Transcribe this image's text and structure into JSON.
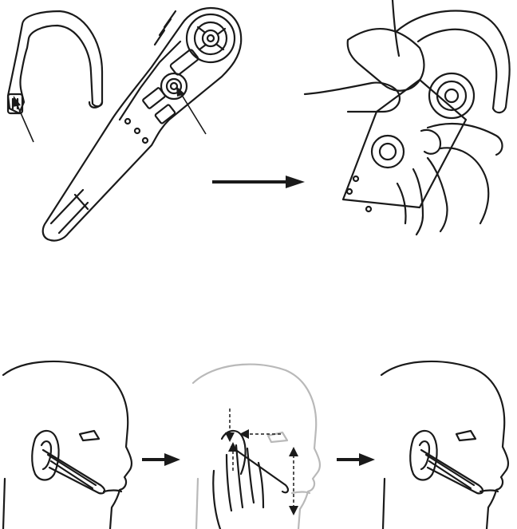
{
  "colors": {
    "line": "#1a1a1a",
    "faded": "#b9b9b9",
    "arrow": "#1a1a1a",
    "background": "#ffffff"
  },
  "steps": [
    {
      "id": "attach-earloop",
      "icon": "headset-earloop-attach"
    },
    {
      "id": "fit-on-ear-1",
      "icon": "head-with-headset"
    },
    {
      "id": "adjust-fit",
      "icon": "hand-adjusting-headset"
    },
    {
      "id": "fit-on-ear-2",
      "icon": "head-with-headset"
    }
  ]
}
